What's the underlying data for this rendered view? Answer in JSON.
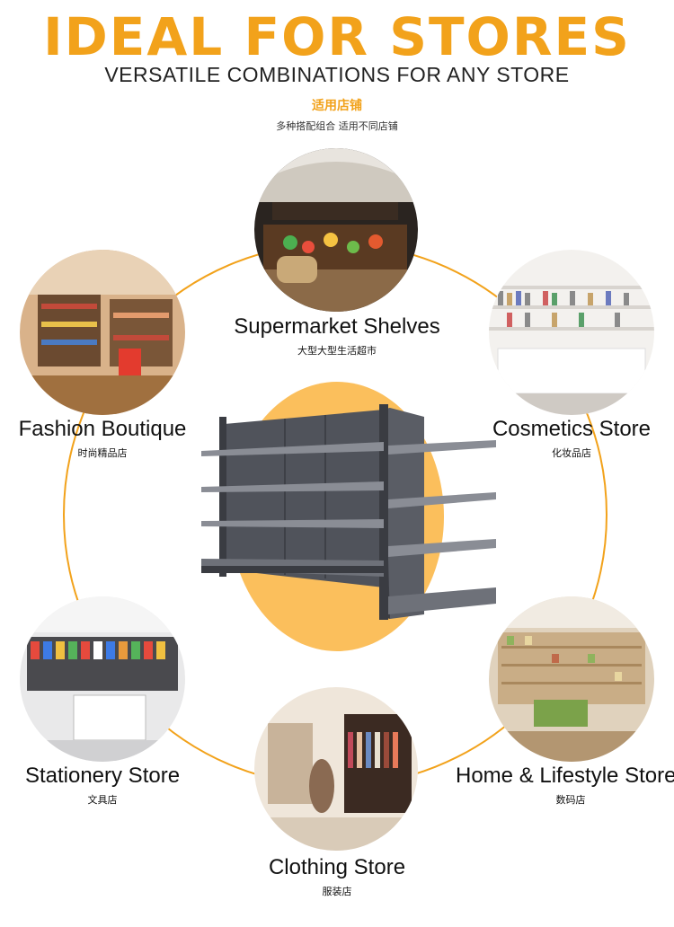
{
  "header": {
    "title": "IDEAL FOR STORES",
    "subtitle": "VERSATILE COMBINATIONS FOR ANY STORE",
    "cn_title": "适用店铺",
    "cn_subtitle": "多种搭配组合  适用不同店铺"
  },
  "colors": {
    "accent": "#f2a21b",
    "disc": "#fbbf5c",
    "shelf": "#4a4d55"
  },
  "stores": [
    {
      "name": "Supermarket Shelves",
      "cn": "大型大型生活超市"
    },
    {
      "name": "Fashion Boutique",
      "cn": "时尚精品店"
    },
    {
      "name": "Cosmetics Store",
      "cn": "化妆品店"
    },
    {
      "name": "Stationery Store",
      "cn": "文具店"
    },
    {
      "name": "Home & Lifestyle Store",
      "cn": "数码店"
    },
    {
      "name": "Clothing Store",
      "cn": "服装店"
    }
  ]
}
